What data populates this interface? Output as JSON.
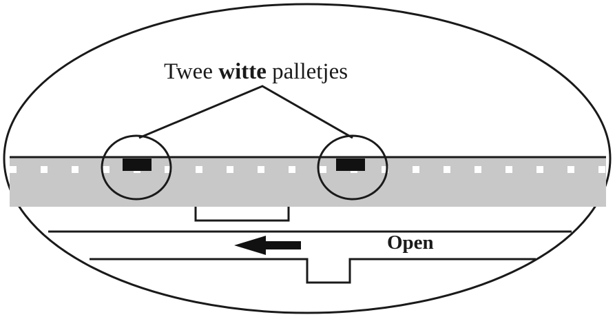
{
  "callout": {
    "word_before": "Twee",
    "word_bold": "witte",
    "word_after": "palletjes"
  },
  "direction_label": "Open",
  "colors": {
    "track_fill": "#c8c8c8",
    "dash": "#ffffff",
    "ink": "#1a1a1a"
  },
  "icons": {
    "direction": "arrow-left-icon",
    "marker": "black-marker-icon"
  }
}
